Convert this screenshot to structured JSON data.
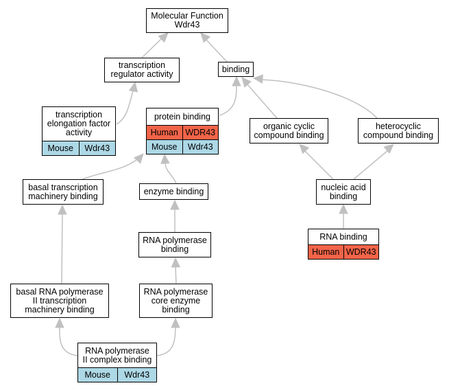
{
  "colors": {
    "human": "#f26449",
    "mouse": "#add8e6",
    "edge": "#c0c0c0"
  },
  "nodes": {
    "molecular_function": {
      "label": "Molecular Function\nWdr43"
    },
    "transcription_regulator": {
      "label": "transcription\nregulator activity"
    },
    "binding": {
      "label": "binding"
    },
    "transcription_elongation": {
      "label": "transcription\nelongation factor\nactivity",
      "mouse": [
        "Mouse",
        "Wdr43"
      ]
    },
    "protein_binding": {
      "label": "protein binding",
      "human": [
        "Human",
        "WDR43"
      ],
      "mouse": [
        "Mouse",
        "Wdr43"
      ]
    },
    "organic_cyclic": {
      "label": "organic cyclic\ncompound binding"
    },
    "heterocyclic": {
      "label": "heterocyclic\ncompound binding"
    },
    "basal_transcription": {
      "label": "basal transcription\nmachinery binding"
    },
    "enzyme_binding": {
      "label": "enzyme binding"
    },
    "nucleic_acid": {
      "label": "nucleic acid\nbinding"
    },
    "rna_pol_binding": {
      "label": "RNA polymerase\nbinding"
    },
    "rna_binding": {
      "label": "RNA binding",
      "human": [
        "Human",
        "WDR43"
      ]
    },
    "basal_rna_pol": {
      "label": "basal RNA polymerase\nII transcription\nmachinery binding"
    },
    "rna_pol_core": {
      "label": "RNA polymerase\ncore enzyme\nbinding"
    },
    "rna_pol_ii_complex": {
      "label": "RNA polymerase\nII complex binding",
      "mouse": [
        "Mouse",
        "Wdr43"
      ]
    }
  }
}
